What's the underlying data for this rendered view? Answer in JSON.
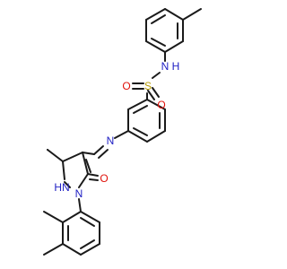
{
  "colors": {
    "bond": "#1a1a1a",
    "carbon_label": "#1a1a1a",
    "nitrogen": "#2121c4",
    "oxygen": "#e0120b",
    "sulfur": "#b59a00",
    "background": "#ffffff"
  },
  "atoms": {
    "nh_top": "N",
    "nh_top_h": "H",
    "sulfur": "S",
    "o_left": "O",
    "o_right": "O",
    "imine_n": "N",
    "ring_nh": "HN",
    "ring_n": "N",
    "carbonyl_o": "O"
  }
}
